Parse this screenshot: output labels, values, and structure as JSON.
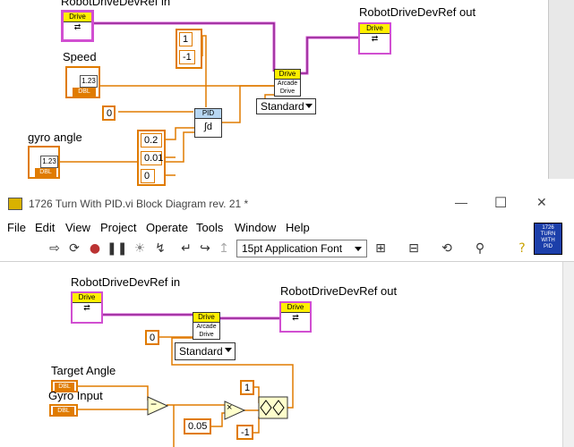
{
  "top_diagram": {
    "robot_in_label": "RobotDriveDevRef in",
    "robot_out_label": "RobotDriveDevRef out",
    "speed_label": "Speed",
    "gyro_label": "gyro angle",
    "drive_tag": "Drive",
    "arcade_line1": "Arcade",
    "arcade_line2": "Drive",
    "pid_tag": "PID",
    "mode_value": "Standard",
    "dbl_tag": "DBL",
    "numeric_display": "1.23",
    "const_range_hi": "1",
    "const_range_lo": "-1",
    "const_zero": "0",
    "const_p": "0.2",
    "const_i": "0.01",
    "const_d": "0"
  },
  "window": {
    "title": "1726 Turn With PID.vi Block Diagram rev. 21 *",
    "minimize": "—",
    "maximize": "☐",
    "close": "✕",
    "menus": [
      "File",
      "Edit",
      "View",
      "Project",
      "Operate",
      "Tools",
      "Window",
      "Help"
    ],
    "font_select": "15pt Application Font",
    "vi_icon_text": [
      "1726",
      "TURN",
      "WITH",
      "PID"
    ]
  },
  "bottom_diagram": {
    "robot_in_label": "RobotDriveDevRef in",
    "robot_out_label": "RobotDriveDevRef out",
    "target_label": "Target Angle",
    "gyro_label": "Gyro Input",
    "drive_tag": "Drive",
    "arcade_line1": "Arcade",
    "arcade_line2": "Drive",
    "mode_value": "Standard",
    "dbl_tag": "DBL",
    "const_zero": "0",
    "const_one": "1",
    "const_neg_one": "-1",
    "const_gain": "0.05",
    "subtract_symbol": "−",
    "multiply_symbol": "×"
  }
}
